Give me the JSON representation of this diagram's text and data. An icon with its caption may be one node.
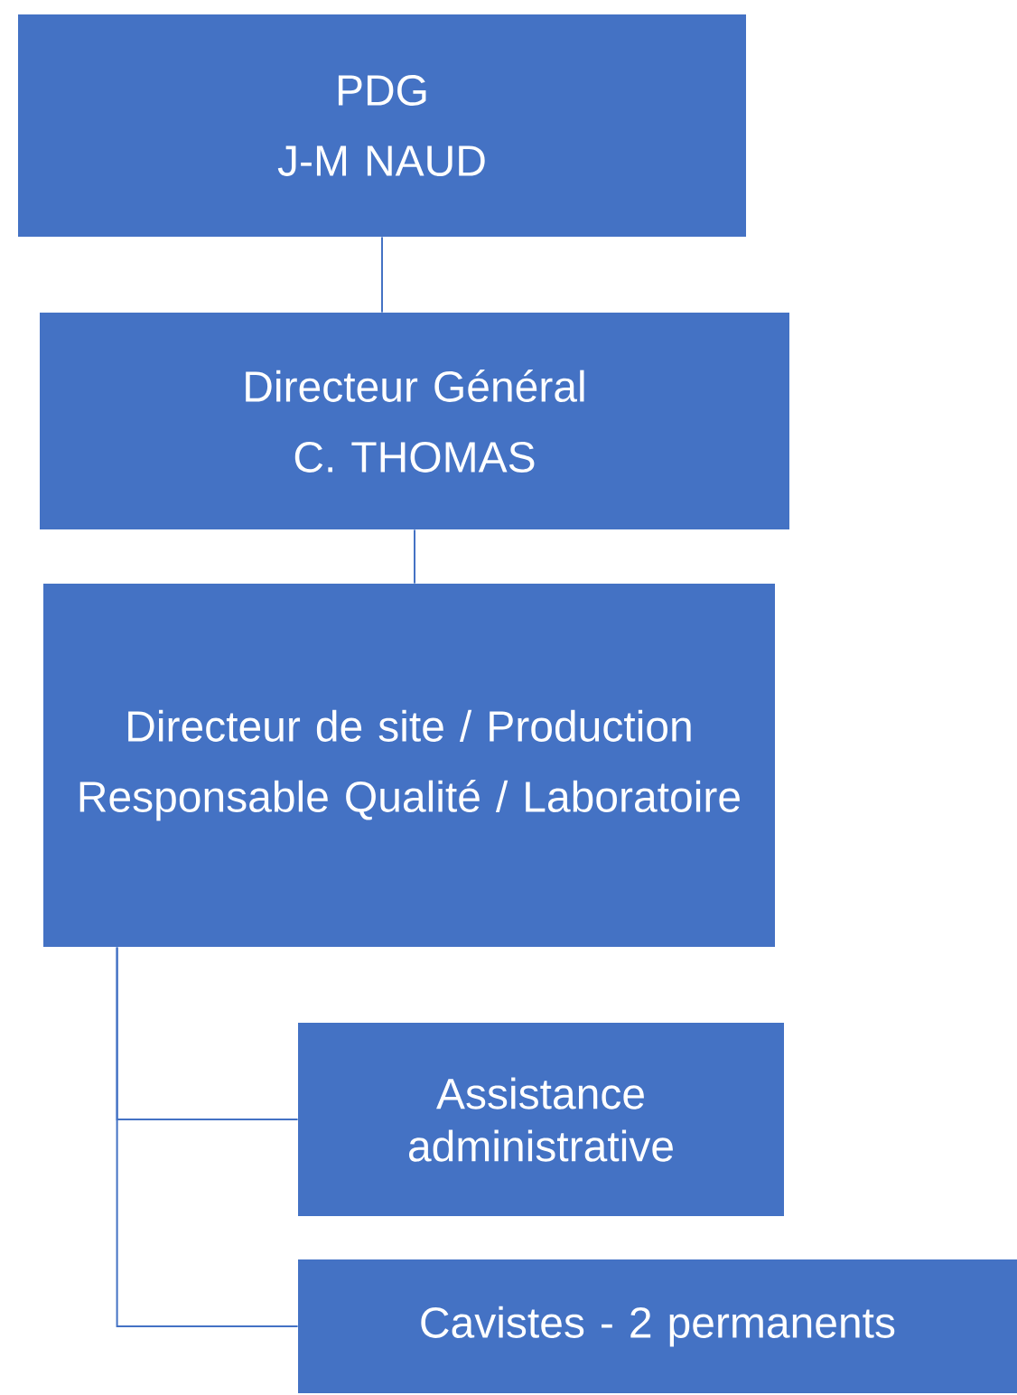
{
  "diagram": {
    "nodes": [
      {
        "text": [
          "PDG",
          "J-M NAUD"
        ]
      },
      {
        "text": [
          "Directeur Général",
          "C. THOMAS"
        ]
      },
      {
        "text": [
          "Directeur de site / Production",
          "Responsable Qualité / Laboratoire"
        ]
      },
      {
        "text": [
          "Assistance administrative"
        ]
      },
      {
        "text": [
          "Cavistes - 2 permanents"
        ]
      }
    ],
    "edges": [
      {
        "from": 0,
        "to": 1,
        "arrow": "none"
      },
      {
        "from": 1,
        "to": 2,
        "arrow": "none"
      },
      {
        "from": 2,
        "to": 3,
        "arrow": "none"
      },
      {
        "from": 2,
        "to": 4,
        "arrow": "none"
      }
    ]
  }
}
